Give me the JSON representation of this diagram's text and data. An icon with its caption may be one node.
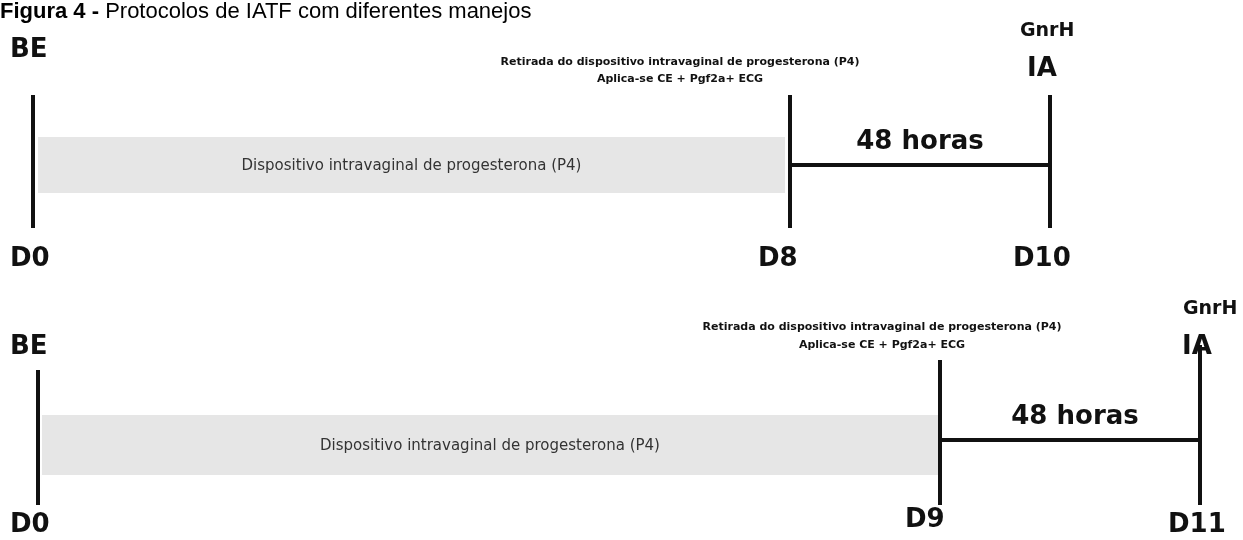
{
  "diagram": {
    "title": "**Figura 4 -** Protocolos de IATF com diferentes manejos",
    "nodes": [
      {
        "text": [
          "Dispositivo intravaginal de progesterona (P4)"
        ]
      },
      {
        "text": [
          "Dispositivo intravaginal de progesterona (P4)"
        ]
      }
    ],
    "edges": [],
    "labels": [
      "GnrH",
      "BE",
      "Retirada do dispositivo intravaginal de progesterona (P4)",
      "Aplica-se CE + Pgf2a+ ECG",
      "IA",
      "48 horas",
      "D0",
      "D8",
      "D10",
      "GnrH",
      "BE",
      "Retirada do dispositivo intravaginal de progesterona (P4)",
      "Aplica-se CE + Pgf2a+ ECG",
      "IA",
      "48 horas",
      "D0",
      "D9",
      "D11"
    ]
  }
}
